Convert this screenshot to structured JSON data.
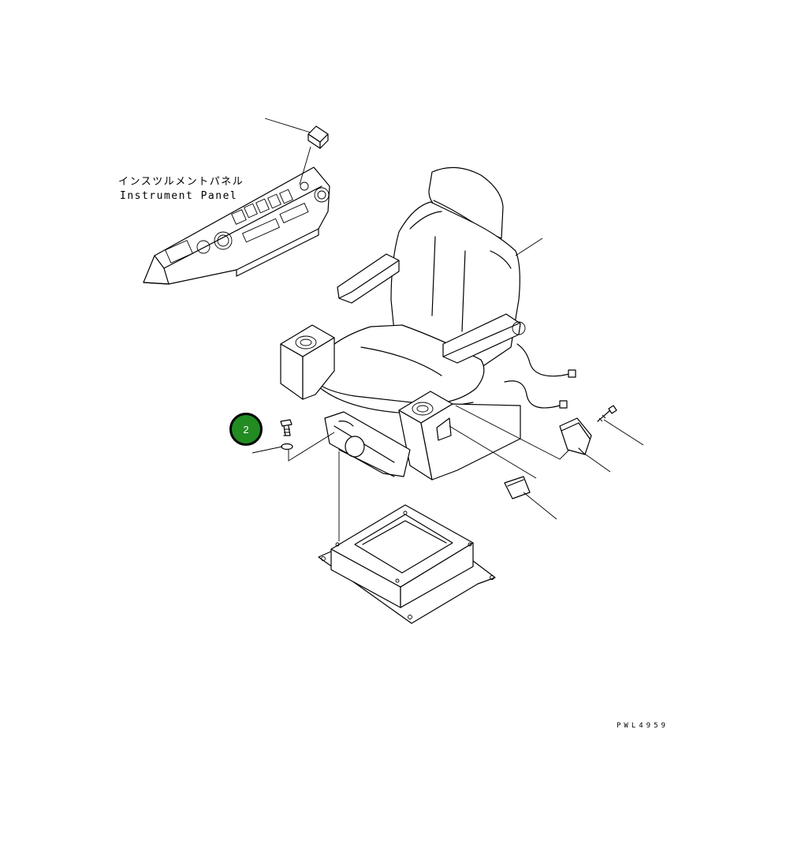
{
  "labels": {
    "instrument_panel_jp": "インスツルメントパネル",
    "instrument_panel_en": "Instrument Panel",
    "drawing_code": "PWL4959"
  },
  "callouts": [
    {
      "number": "2",
      "color": "#228b22"
    }
  ],
  "colors": {
    "line": "#000000",
    "background": "#ffffff",
    "callout_fill": "#228b22"
  }
}
